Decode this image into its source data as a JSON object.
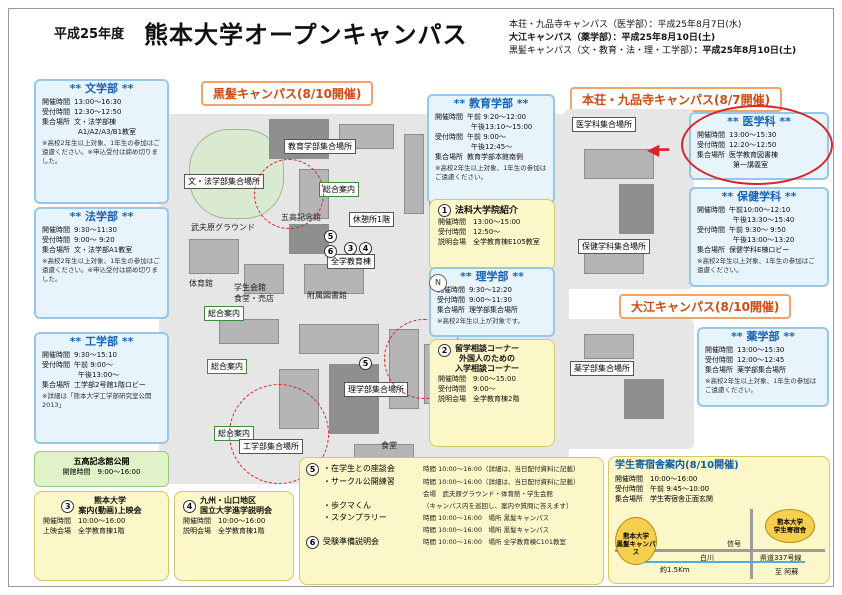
{
  "header": {
    "year": "平成25年度",
    "title": "熊本大学オープンキャンパス",
    "dates": [
      {
        "label": "本荘・九品寺キャンパス（医学部）",
        "date": "：平成25年8月7日(水)"
      },
      {
        "label": "大江キャンパス（薬学部）",
        "date": "：平成25年8月10日(土)"
      },
      {
        "label": "黒髪キャンパス（文・教育・法・理・工学部）",
        "date": "：平成25年8月10日(土)"
      }
    ]
  },
  "campus_tags": {
    "kurokami": "黒髪キャンパス(8/10開催)",
    "honjo": "本荘・九品寺キャンパス(8/7開催)",
    "oe": "大江キャンパス(8/10開催)"
  },
  "faculties": {
    "letters": {
      "title": "** 文学部 **",
      "rows": [
        {
          "k": "開催時間",
          "v": "13:00～16:30"
        },
        {
          "k": "受付時間",
          "v": "12:30～12:50"
        },
        {
          "k": "集合場所",
          "v": "文・法学部棟"
        },
        {
          "k": "",
          "v": "A1/A2/A3/B1教室"
        }
      ],
      "note": "※高校2年生以上対象、1年生の参加はご遠慮ください。※申込受付は締め切りました。",
      "map_label": "文・法学部集合場所"
    },
    "law": {
      "title": "** 法学部 **",
      "rows": [
        {
          "k": "開催時間",
          "v": "9:30～11:30"
        },
        {
          "k": "受付時間",
          "v": "9:00～ 9:20"
        },
        {
          "k": "集合場所",
          "v": "文・法学部A1教室"
        }
      ],
      "note": "※高校2年生以上対象、1年生の参加はご遠慮ください。※申込受付は締め切りました。"
    },
    "engineering": {
      "title": "** 工学部 **",
      "rows": [
        {
          "k": "開催時間",
          "v": "9:30～15:10"
        },
        {
          "k": "受付時間",
          "v": "午前 9:00～"
        },
        {
          "k": "",
          "v": "午後13:00～"
        },
        {
          "k": "集合場所",
          "v": "工学部2号館1階ロビー"
        }
      ],
      "note": "※詳細は「熊本大学工学部研究室公開2013」",
      "map_label": "工学部集合場所"
    },
    "education": {
      "title": "** 教育学部 **",
      "rows": [
        {
          "k": "開催時間",
          "v": "午前 9:20～12:00"
        },
        {
          "k": "",
          "v": "午後13:10～15:00"
        },
        {
          "k": "受付時間",
          "v": "午前 9:00～"
        },
        {
          "k": "",
          "v": "午後12:45～"
        },
        {
          "k": "集合場所",
          "v": "教育学部本館南側"
        }
      ],
      "note": "※高校2年生以上対象、1年生の参加はご遠慮ください。",
      "map_label": "教育学部集合場所"
    },
    "science": {
      "title": "** 理学部 **",
      "rows": [
        {
          "k": "開催時間",
          "v": "9:30～12:20"
        },
        {
          "k": "受付時間",
          "v": "9:00～11:30"
        },
        {
          "k": "集合場所",
          "v": "理学部集合場所"
        }
      ],
      "note": "※高校2年生以上が対象です。",
      "map_label": "理学部集合場所"
    },
    "medicine": {
      "title": "** 医学科 **",
      "rows": [
        {
          "k": "開催時間",
          "v": "13:00～15:30"
        },
        {
          "k": "受付時間",
          "v": "12:20～12:50"
        },
        {
          "k": "集合場所",
          "v": "医学教育図書棟"
        },
        {
          "k": "",
          "v": "第一講義室"
        }
      ],
      "map_label": "医学科集合場所"
    },
    "health": {
      "title": "** 保健学科 **",
      "rows": [
        {
          "k": "開催時間",
          "v": "午前10:00～12:10"
        },
        {
          "k": "",
          "v": "午後13:30～15:40"
        },
        {
          "k": "受付時間",
          "v": "午前 9:30～ 9:50"
        },
        {
          "k": "",
          "v": "午後13:00～13:20"
        },
        {
          "k": "集合場所",
          "v": "保健学科E棟ロビー"
        }
      ],
      "note": "※高校2年生以上対象、1年生の参加はご遠慮ください。",
      "map_label": "保健学科集合場所"
    },
    "pharmacy": {
      "title": "** 薬学部 **",
      "rows": [
        {
          "k": "開催時間",
          "v": "13:00～15:30"
        },
        {
          "k": "受付時間",
          "v": "12:00～12:45"
        },
        {
          "k": "集合場所",
          "v": "薬学部集合場所"
        }
      ],
      "note": "※高校2年生以上対象、1年生の参加はご遠慮ください。",
      "map_label": "薬学部集合場所"
    }
  },
  "events": {
    "law_intro": {
      "num": "1",
      "title": "法科大学院紹介",
      "rows": [
        "開催時間　13:00～15:00",
        "受付時間　12:50～",
        "説明会場　全学教育棟E105教室"
      ]
    },
    "intl": {
      "num": "2",
      "title": "留学相談コーナー\n外国人のための\n入学相談コーナー",
      "rows": [
        "開催時間　9:00～15:00",
        "受付時間　9:00～",
        "説明会場　全学教育棟2階"
      ]
    },
    "gokou": {
      "title": "五高記念館公開",
      "rows": [
        "開館時間　9:00～16:00"
      ]
    },
    "movie": {
      "num": "3",
      "title": "熊本大学\n案内(動画)上映会",
      "rows": [
        "開催時間　10:00～16:00",
        "上映会場　全学教育棟1階"
      ]
    },
    "kyushu": {
      "num": "4",
      "title": "九州・山口地区\n国立大学進学説明会",
      "rows": [
        "開催時間　10:00～16:00",
        "説明会場　全学教育棟1階"
      ]
    },
    "main": {
      "num": "5",
      "rows": [
        {
          "label": "・在学生との座談会",
          "detail": "時間 10:00～16:00（詳細は、当日配付資料に記載）"
        },
        {
          "label": "・サークル公開練習",
          "detail": "時間 10:00～16:00（詳細は、当日配付資料に記載）"
        },
        {
          "label": "",
          "detail": "会場　武夫原グラウンド・体育館・学生会館"
        },
        {
          "label": "・歩クマくん",
          "detail": "（キャンパス内を巡回し、案内や質問に答えます）"
        },
        {
          "label": "・スタンプラリー",
          "detail": "時間 10:00～16:00　場所 黒髪キャンパス"
        },
        {
          "label": "",
          "detail": "時間 10:00～16:00　場所 黒髪キャンパス"
        }
      ]
    },
    "exam": {
      "num": "6",
      "label": "受験準備説明会",
      "detail": "時間 10:00～16:00　場所 全学教育棟C101教室"
    }
  },
  "dorm": {
    "title": "学生寄宿舎案内(8/10開催)",
    "rows": [
      "開催時間　10:00～16:00",
      "受付時間　午前 9:45～10:00",
      "集合場所　学生寄宿舎正面玄関"
    ],
    "labels": {
      "campus": "熊本大学\n黒髪キャンパス",
      "dorm": "熊本大学\n学生寄宿舎"
    },
    "route": {
      "distance": "約1.5Km",
      "signal": "信号",
      "road": "県道337号線",
      "river": "白川",
      "to": "至 阿蘇"
    }
  },
  "map_labels": {
    "ground": "武夫原グラウンド",
    "gokou": "五高記念館",
    "gym": "体育館",
    "hall": "学生会館\n食堂・売店",
    "library": "附属図書館",
    "info1": "総合案内",
    "info2": "総合案内",
    "info3": "総合案内",
    "info4": "総合案内",
    "gakusei": "全学教育棟",
    "rest": "休憩所1階",
    "canteen": "食堂"
  },
  "colors": {
    "accent_blue": "#1a63b8",
    "highlight_red": "#d8242a",
    "tag_orange": "#cc4b12",
    "box_yellow": "#fcf7c8",
    "box_blue": "#e8f4fc"
  }
}
